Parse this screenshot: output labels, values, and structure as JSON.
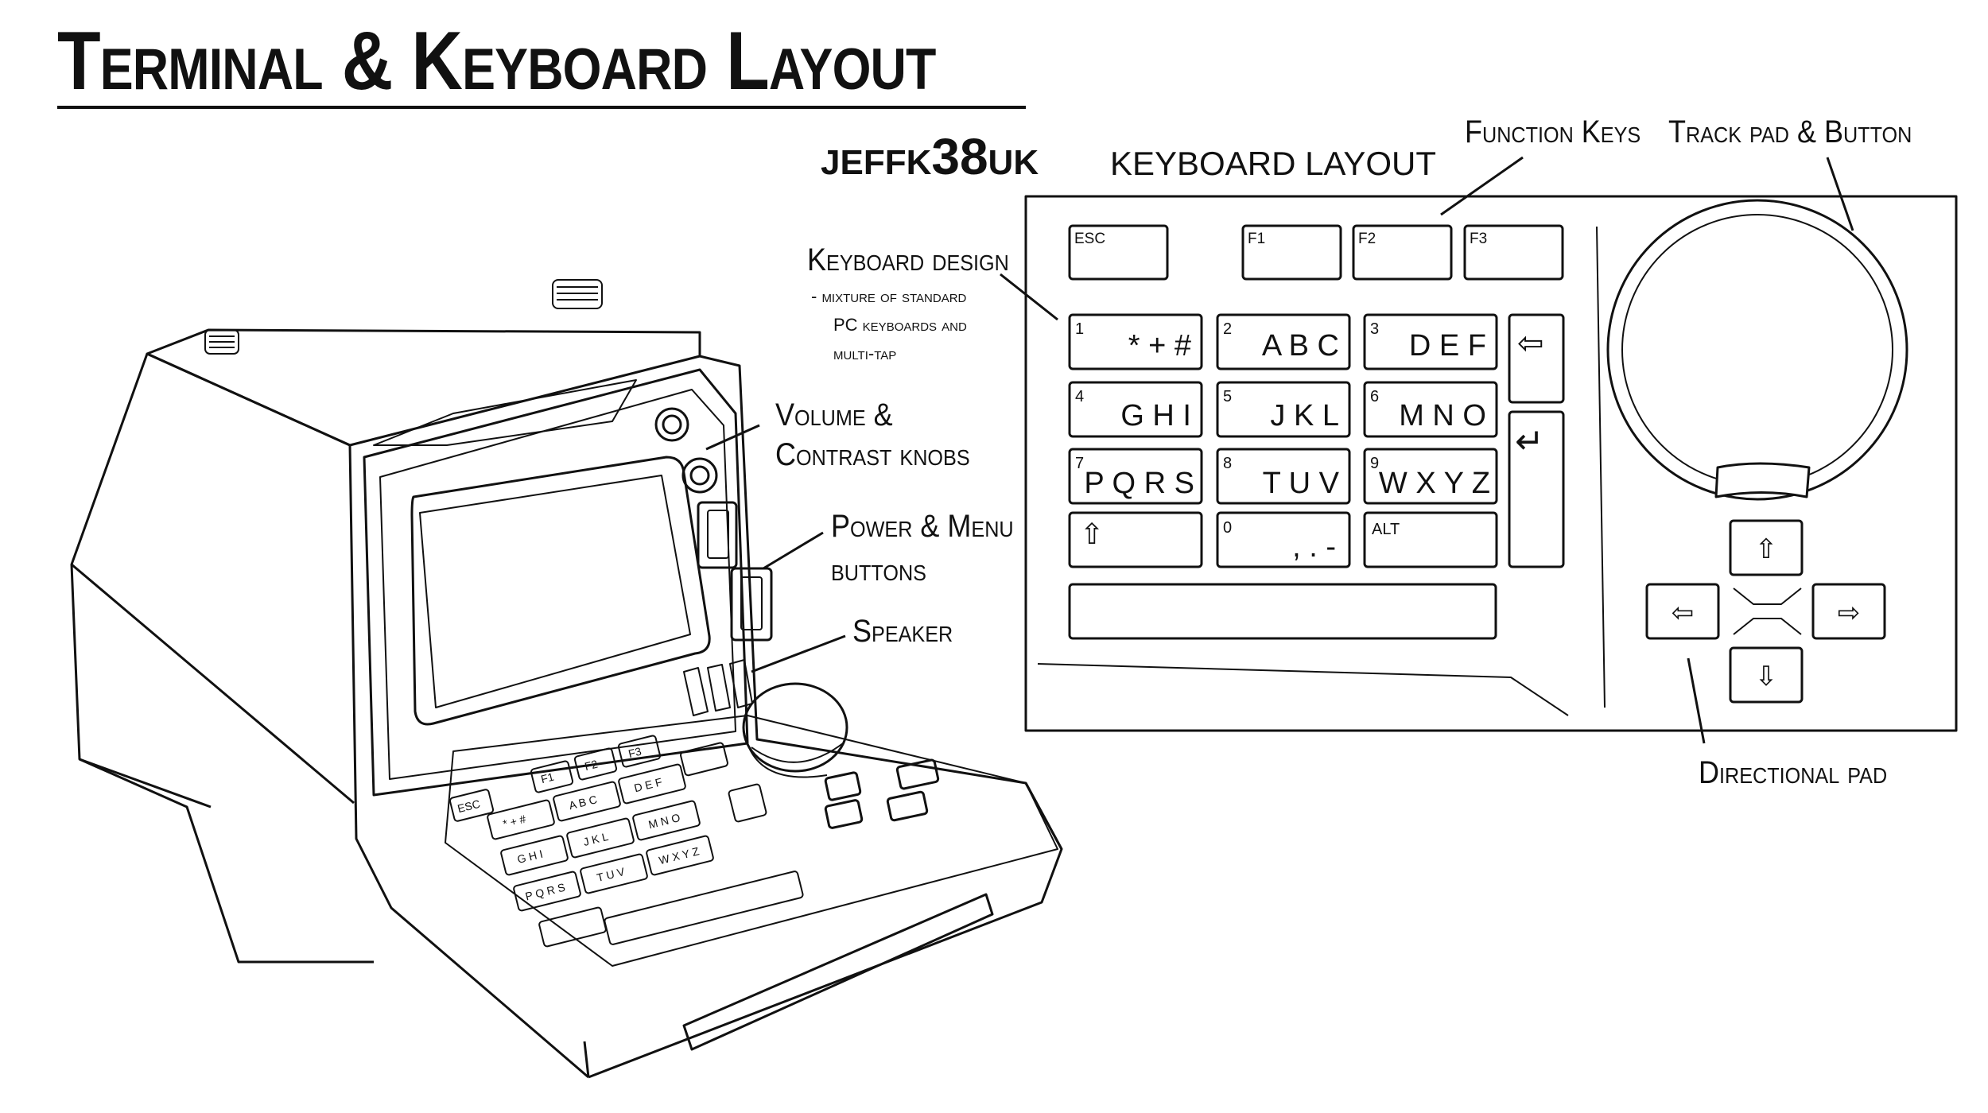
{
  "title": "Terminal & Keyboard Layout",
  "author": {
    "prefix": "JEFFK",
    "number": "38",
    "suffix": "UK"
  },
  "callouts": {
    "keyboard_design": "Keyboard design",
    "keyboard_notes": [
      "- mixture of standard",
      "PC keyboards and",
      "multi-tap"
    ],
    "volume_1": "Volume &",
    "volume_2": "Contrast knobs",
    "power_1": "Power & Menu",
    "power_2": "buttons",
    "speaker": "Speaker",
    "function_keys": "Function Keys",
    "trackpad": "Track pad & Button",
    "dpad": "Directional pad"
  },
  "keyboard": {
    "heading": "KEYBOARD LAYOUT",
    "function_keys": [
      "ESC",
      "F1",
      "F2",
      "F3"
    ],
    "keys": [
      {
        "num": "1",
        "chars": "* + #"
      },
      {
        "num": "2",
        "chars": "A B C"
      },
      {
        "num": "3",
        "chars": "D E F"
      },
      {
        "num": "4",
        "chars": "G H I"
      },
      {
        "num": "5",
        "chars": "J K L"
      },
      {
        "num": "6",
        "chars": "M N O"
      },
      {
        "num": "7",
        "chars": "P Q R S"
      },
      {
        "num": "8",
        "chars": "T U V"
      },
      {
        "num": "9",
        "chars": "W X Y Z"
      },
      {
        "num": "",
        "chars": "⇧"
      },
      {
        "num": "0",
        "chars": ", . -"
      },
      {
        "num": "",
        "chars": "ALT"
      }
    ],
    "backspace_symbol": "⇦",
    "enter_symbol": "↵",
    "dpad": {
      "up": "⇧",
      "down": "⇩",
      "left": "⇦",
      "right": "⇨"
    }
  },
  "terminal_keys": {
    "esc": "ESC",
    "f1": "F1",
    "f2": "F2",
    "f3": "F3",
    "k1": "* + #",
    "k2": "A B C",
    "k3": "D E F",
    "k4": "G H I",
    "k5": "J K L",
    "k6": "M N O",
    "k7": "P Q R S",
    "k8": "T U V",
    "k9": "W X Y Z"
  }
}
